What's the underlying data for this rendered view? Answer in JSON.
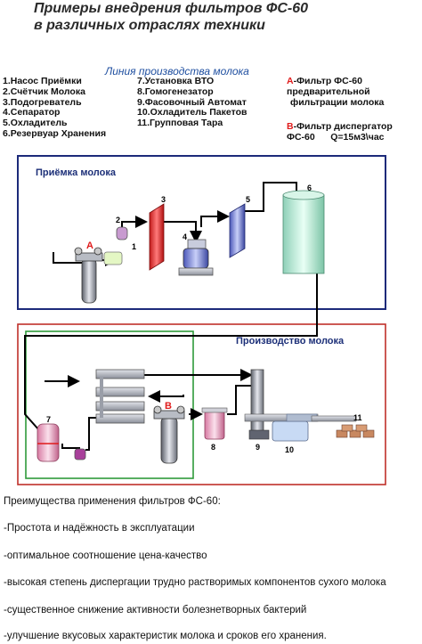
{
  "title": {
    "line1": "Примеры внедрения фильтров ФС-60",
    "line2": "в различных отраслях техники"
  },
  "legend": {
    "heading": "Линия производства молока",
    "col1": [
      "1.Насос Приёмки",
      "2.Счётчик Молока",
      "3.Подогреватель",
      "4.Сепаратор",
      "5.Охладитель",
      "6.Резервуар Хранения"
    ],
    "col2": [
      "7.Установка ВТО",
      "8.Гомогенезатор",
      "9.Фасовочный Автомат",
      "10.Охладитель Пакетов",
      "11.Групповая Тара"
    ],
    "filter_a": {
      "letter": "А",
      "line1": "-Фильтр ФС-60",
      "line2": "предварительной",
      "line3": "фильтрации молока"
    },
    "filter_b": {
      "letter": "В",
      "line1": "-Фильтр диспергатор",
      "line2": "ФС-60      Q=15м3\\час"
    }
  },
  "diagram": {
    "section_top": "Приёмка молока",
    "section_bottom": "Производство молока",
    "labels": [
      "1",
      "2",
      "3",
      "4",
      "5",
      "6",
      "7",
      "8",
      "9",
      "10",
      "11"
    ],
    "filter_a_mark": "А",
    "filter_b_mark": "В",
    "colors": {
      "top_frame": "#1c2a7a",
      "bottom_frame": "#c0302a",
      "green_frame": "#2e9a3a",
      "red_mark": "#e01b1b"
    }
  },
  "advantages": {
    "heading": "Преимущества применения фильтров ФС-60:",
    "items": [
      "-Простота и надёжность в эксплуатации",
      "-оптимальное соотношение цена-качество",
      "-высокая степень диспергации трудно растворимых компонентов сухого молока",
      "-существенное снижение активности болезнетворных бактерий",
      "-улучшение вкусовых характеристик молока и  сроков его хранения."
    ]
  }
}
